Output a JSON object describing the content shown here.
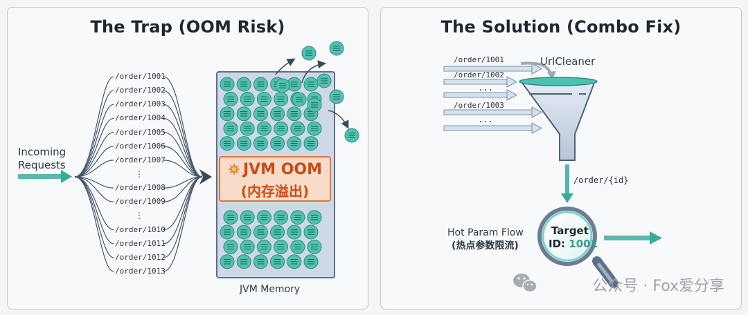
{
  "left_panel": {
    "title": "The Trap (OOM Risk)",
    "incoming_label_1": "Incoming",
    "incoming_label_2": "Requests",
    "requests": [
      "/order/1001",
      "/order/1002",
      "/order/1003",
      "/order/1004",
      "/order/1005",
      "/order/1006",
      "/order/1007",
      "⋮",
      "/order/1008",
      "/order/1009",
      "⋮",
      "/order/1010",
      "/order/1011",
      "/order/1012",
      "/order/1013"
    ],
    "oom_title": "JVM OOM",
    "oom_subtitle": "(内存溢出)",
    "memory_label": "JVM Memory"
  },
  "right_panel": {
    "title": "The Solution (Combo Fix)",
    "url_inputs": [
      "/order/1001",
      "/order/1002",
      "...",
      "/order/1003",
      "..."
    ],
    "cleaner_label": "UrlCleaner",
    "normalized_path": "/order/{id}",
    "flow_label_1": "Hot Param Flow",
    "flow_label_2": "(热点参数限流)",
    "target_label": "Target",
    "target_id_prefix": "ID:",
    "target_id": "1001"
  },
  "watermark": "公众号 · Fox爱分享",
  "colors": {
    "accent": "#3aaa9c",
    "accent_light": "#a9e3da",
    "alert": "#e2743a",
    "memory_fill": "#cfd8e6"
  }
}
